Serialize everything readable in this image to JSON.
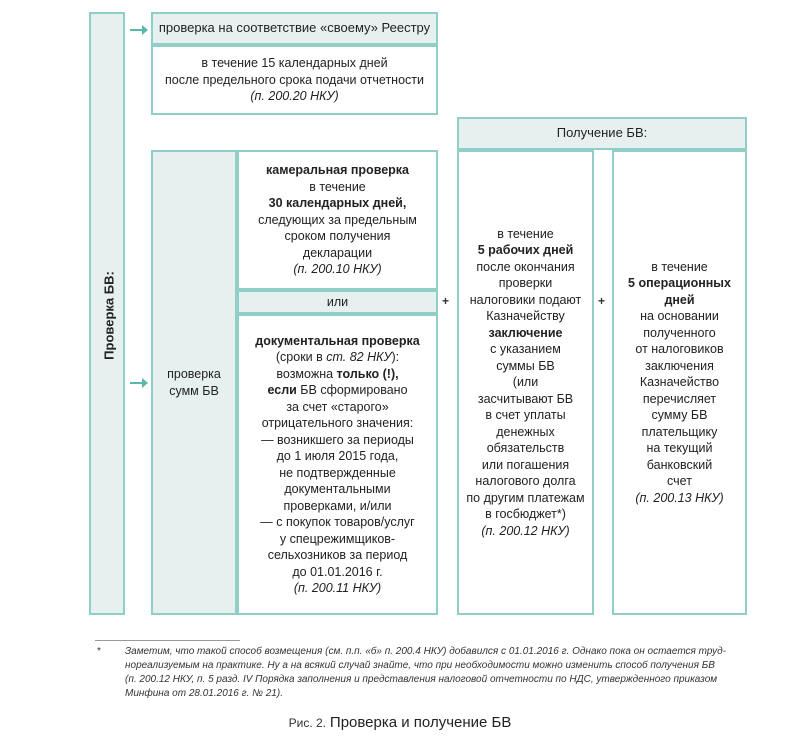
{
  "left_panel": {
    "label": "Проверка БВ:"
  },
  "registry_check": {
    "title": "проверка на соответствие «своему» Реестру",
    "line1": "в течение 15 календарных дней",
    "line2": "после предельного срока подачи отчетности",
    "ref": "(п. 200.20 НКУ)"
  },
  "amount_check": {
    "line1": "проверка",
    "line2": "сумм БВ"
  },
  "desk_audit": {
    "l1": "камеральная проверка",
    "l2": "в течение",
    "l3": "30 календарных дней,",
    "l4": "следующих за предельным",
    "l5": "сроком получения",
    "l6": "декларации",
    "ref": "(п. 200.10 НКУ)"
  },
  "or_label": "или",
  "doc_audit": {
    "l1": "документальная проверка",
    "l2a": "(сроки в ",
    "l2b": "ст. 82 НКУ",
    "l2c": "):",
    "l3a": "возможна ",
    "l3b": "только (!),",
    "l4a": "если",
    "l4b": " БВ сформировано",
    "l5": "за счет «старого»",
    "l6": "отрицательного значения:",
    "l7": "— возникшего за периоды",
    "l8": "до 1 июля 2015 года,",
    "l9": "не подтвержденные",
    "l10": "документальными",
    "l11": "проверками, и/или",
    "l12": "— с покупок товаров/услуг",
    "l13": "у спецрежимщиков-",
    "l14": "сельхозников за период",
    "l15": "до 01.01.2016 г.",
    "ref": "(п. 200.11 НКУ)"
  },
  "receipt_header": "Получение БВ:",
  "col1": {
    "l1": "в течение",
    "l2": "5 рабочих дней",
    "l3": "после окончания",
    "l4": "проверки",
    "l5": "налоговики подают",
    "l6": "Казначейству",
    "l7": "заключение",
    "l8": "с указанием",
    "l9": "суммы БВ",
    "l10": "(или",
    "l11": "засчитывают БВ",
    "l12": "в счет уплаты",
    "l13": "денежных",
    "l14": "обязательств",
    "l15": "или погашения",
    "l16": "налогового долга",
    "l17": "по другим платежам",
    "l18": "в госбюджет*)",
    "ref": "(п. 200.12 НКУ)"
  },
  "col2": {
    "l1": "в течение",
    "l2": "5 операционных",
    "l3": "дней",
    "l4": "на основании",
    "l5": "полученного",
    "l6": "от налоговиков",
    "l7": "заключения",
    "l8": "Казначейство",
    "l9": "перечисляет",
    "l10": "сумму БВ",
    "l11": "плательщику",
    "l12": "на текущий",
    "l13": "банковский",
    "l14": "счет",
    "ref": "(п. 200.13 НКУ)"
  },
  "plus": "+",
  "footnote": {
    "mark": "*",
    "l1": "Заметим, что такой способ возмещения (см. п.п. «б» п. 200.4 НКУ) добавился с 01.01.2016 г. Однако пока он остается труд-",
    "l2": "нореализуемым на практике. Ну а на всякий случай знайте, что при необходимости можно изменить способ получения БВ",
    "l3": "(п. 200.12 НКУ, п. 5 разд. IV Порядка заполнения и представления налоговой отчетности по НДС, утвержденного приказом",
    "l4": "Минфина от 28.01.2016 г. № 21)."
  },
  "caption": {
    "prefix": "Рис. 2.",
    "title": "Проверка и получение БВ"
  },
  "colors": {
    "border": "#8fcfc7",
    "fill": "#e6f1ef",
    "arrow": "#5ab7ac"
  }
}
